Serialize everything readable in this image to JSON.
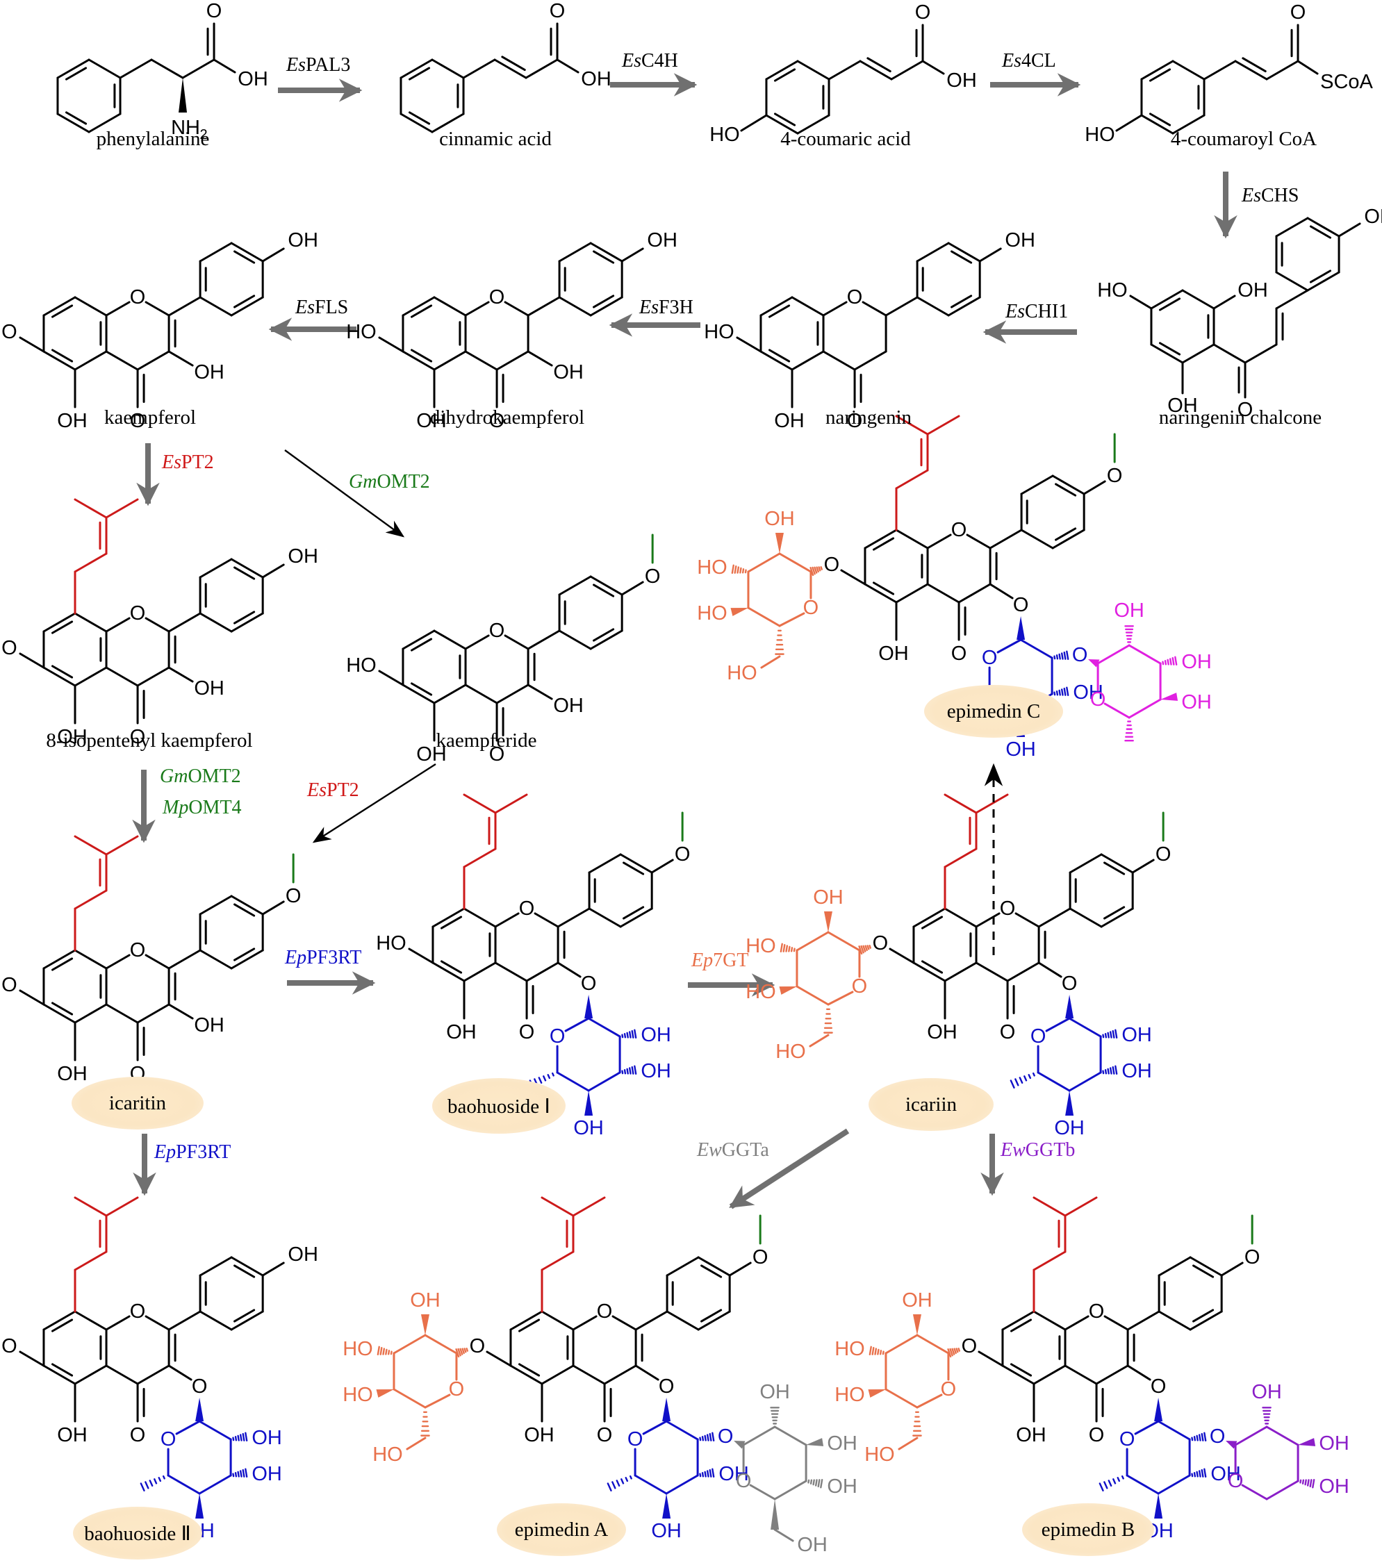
{
  "title": "Biosynthetic pathway of icariin and epimedins",
  "colors": {
    "arrow_gray": "#707070",
    "bond_black": "#000000",
    "prenyl_red": "#cc1a1a",
    "methyl_green": "#1a7a1a",
    "rhamnose_blue": "#1010c8",
    "glucose_orange": "#e8704a",
    "xylose_purple": "#8a1ec8",
    "rhamnose2_magenta": "#e020e0",
    "glucose2_gray": "#808080",
    "ellipse_fill": "#fbe6c4",
    "enzyme_black": "#000000",
    "enzyme_red": "#d01818",
    "enzyme_green": "#1a7a1a",
    "enzyme_blue": "#1010c8",
    "enzyme_orange": "#e8704a",
    "enzyme_gray": "#808080",
    "enzyme_purple": "#8a1ec8"
  },
  "compounds": {
    "phenylalanine": {
      "name": "phenylalanine",
      "atoms": {
        "oh": "OH",
        "o": "O",
        "nh2": "NH",
        "sub": "2"
      }
    },
    "cinnamic_acid": {
      "name": "cinnamic acid",
      "atoms": {
        "oh": "OH",
        "o": "O"
      }
    },
    "coumaric_acid": {
      "name": "4-coumaric acid",
      "atoms": {
        "oh": "OH",
        "o": "O",
        "ho": "HO"
      }
    },
    "coumaroyl_coa": {
      "name": "4-coumaroyl CoA",
      "atoms": {
        "scoa": "SCoA",
        "o": "O",
        "ho": "HO"
      }
    },
    "naringenin_chalcone": {
      "name": "naringenin chalcone"
    },
    "naringenin": {
      "name": "naringenin"
    },
    "dihydrokaempferol": {
      "name": "dihydrokaempferol"
    },
    "kaempferol": {
      "name": "kaempferol"
    },
    "isopentenyl_kaempferol": {
      "name": "8-isopentenyl kaempferol"
    },
    "kaempferide": {
      "name": "kaempferide"
    },
    "icaritin": {
      "name": "icaritin"
    },
    "baohuoside_1": {
      "name": "baohuoside Ⅰ"
    },
    "icariin": {
      "name": "icariin"
    },
    "epimedin_c": {
      "name": "epimedin C"
    },
    "baohuoside_2": {
      "name": "baohuoside Ⅱ"
    },
    "epimedin_a": {
      "name": "epimedin A"
    },
    "epimedin_b": {
      "name": "epimedin B"
    }
  },
  "atom_labels": {
    "oh": "OH",
    "ho": "HO",
    "o": "O"
  },
  "enzymes": {
    "pal3": {
      "prefix": "Es",
      "name": "PAL3",
      "color": "black"
    },
    "c4h": {
      "prefix": "Es",
      "name": "C4H",
      "color": "black"
    },
    "4cl": {
      "prefix": "Es",
      "name": "4CL",
      "color": "black"
    },
    "chs": {
      "prefix": "Es",
      "name": "CHS",
      "color": "black"
    },
    "chi1": {
      "prefix": "Es",
      "name": "CHI1",
      "color": "black"
    },
    "f3h": {
      "prefix": "Es",
      "name": "F3H",
      "color": "black"
    },
    "fls": {
      "prefix": "Es",
      "name": "FLS",
      "color": "black"
    },
    "pt2_a": {
      "prefix": "Es",
      "name": "PT2",
      "color": "red"
    },
    "omt2_a": {
      "prefix": "Gm",
      "name": "OMT2",
      "color": "green"
    },
    "omt2_b": {
      "prefix": "Gm",
      "name": "OMT2",
      "color": "green"
    },
    "omt4": {
      "prefix": "Mp",
      "name": "OMT4",
      "color": "green"
    },
    "pt2_b": {
      "prefix": "Es",
      "name": "PT2",
      "color": "red"
    },
    "pf3rt_a": {
      "prefix": "Ep",
      "name": "PF3RT",
      "color": "blue"
    },
    "7gt": {
      "prefix": "Ep",
      "name": "7GT",
      "color": "orange"
    },
    "pf3rt_b": {
      "prefix": "Ep",
      "name": "PF3RT",
      "color": "blue"
    },
    "ggta": {
      "prefix": "Ew",
      "name": "GGTa",
      "color": "gray"
    },
    "ggtb": {
      "prefix": "Ew",
      "name": "GGTb",
      "color": "purple"
    }
  }
}
